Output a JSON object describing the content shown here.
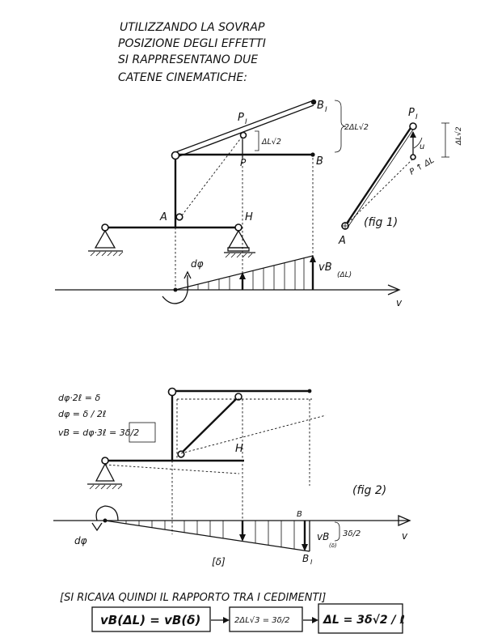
{
  "title_lines": [
    "UTILIZZANDO LA SOVRAP",
    "POSIZIONE DEGLI EFFETTI",
    "SI RAPPRESENTANO DUE",
    "CATENE CINEMATICHE:"
  ],
  "fig1": {
    "labels": {
      "B1": "B",
      "B1_sub": "I",
      "P1": "P",
      "P1_sub": "I",
      "B": "B",
      "P": "P",
      "A": "A",
      "H": "H",
      "dphi": "dφ",
      "dL_root2": "ΔL√2",
      "two_dL_root2": "2ΔL√2",
      "vB": "vB",
      "vB_sub": "(ΔL)",
      "v_axis": "v"
    },
    "detail": {
      "P1": "P",
      "P1_sub": "I",
      "P": "P",
      "A": "A",
      "dL_root2": "ΔL√2",
      "u": "u",
      "note": "P ↑ ΔL",
      "fig_label": "(fig 1)"
    }
  },
  "fig2": {
    "formulas": [
      "dφ·2ℓ = δ",
      "dφ = δ / 2ℓ",
      "vB = dφ·3ℓ = 3δ/2"
    ],
    "labels": {
      "H": "H",
      "B": "B",
      "B1": "B",
      "B1_sub": "I",
      "dphi": "dφ",
      "delta": "[δ]",
      "vB": "vB",
      "vB_sub": "(δ)",
      "vB_value": "3δ/2",
      "v_axis": "v",
      "fig_label": "(fig 2)"
    }
  },
  "conclusion": {
    "heading": "[SI RICAVA QUINDI IL RAPPORTO TRA I CEDIMENTI]",
    "eq1": "vB(ΔL) = vB(δ)",
    "eq2": "2ΔL√3 = 3δ/2",
    "eq3": "ΔL = 3δ√2 / ℓ"
  }
}
